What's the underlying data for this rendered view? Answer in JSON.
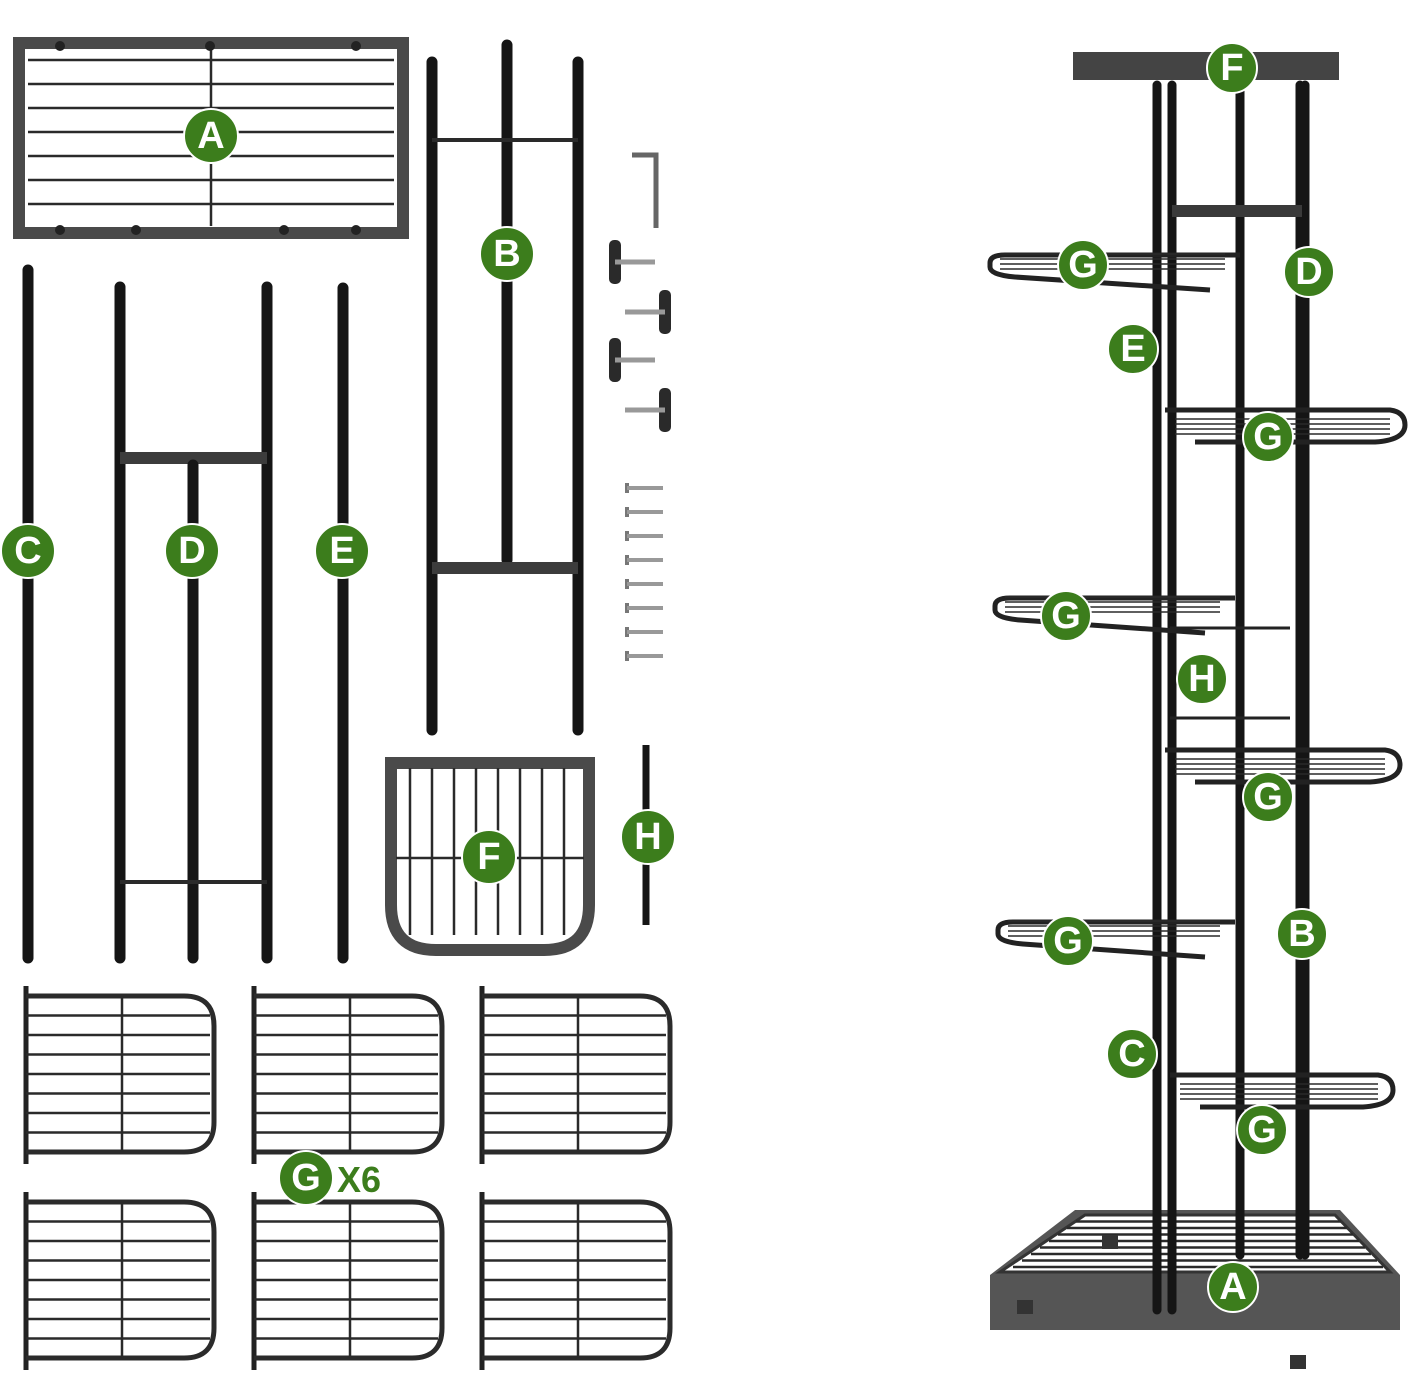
{
  "parts": {
    "A": "A",
    "B": "B",
    "C": "C",
    "D": "D",
    "E": "E",
    "F": "F",
    "G": "G",
    "H": "H",
    "g_quantity": "X6"
  },
  "assembly_labels": [
    "F",
    "G",
    "D",
    "E",
    "G",
    "G",
    "H",
    "G",
    "G",
    "B",
    "C",
    "G",
    "A"
  ],
  "colors": {
    "badge": "#3c7d1c",
    "metal": "#1a1a1a"
  }
}
